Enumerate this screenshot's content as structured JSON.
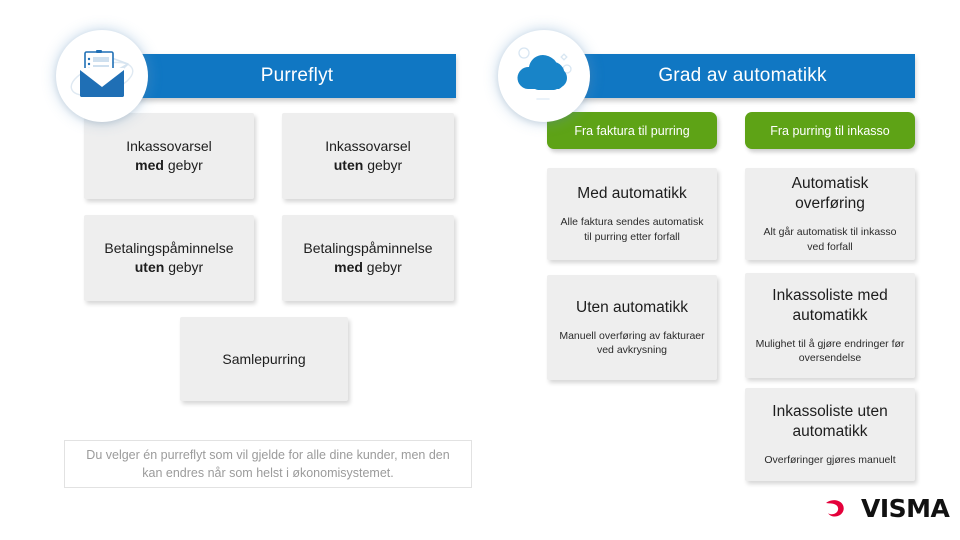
{
  "panels": {
    "left": {
      "header_title": "Purreflyt",
      "icon": "envelope-mail-icon",
      "cards": [
        {
          "line1": "Inkassovarsel",
          "bold": "med",
          "line2_tail": " gebyr"
        },
        {
          "line1": "Inkassovarsel",
          "bold": "uten",
          "line2_tail": " gebyr"
        },
        {
          "line1": "Betalingspåminnelse",
          "bold": "uten",
          "line2_tail": " gebyr"
        },
        {
          "line1": "Betalingspåminnelse",
          "bold": "med",
          "line2_tail": " gebyr"
        },
        {
          "line1": "Samlepurring",
          "bold": "",
          "line2_tail": ""
        }
      ],
      "note": "Du velger én purreflyt som vil gjelde for alle dine kunder, men den kan endres når som helst i økonomisystemet."
    },
    "right": {
      "header_title": "Grad av automatikk",
      "icon": "cloud-icon",
      "pills": [
        "Fra faktura til purring",
        "Fra purring til inkasso"
      ],
      "cards": [
        {
          "title": "Med automatikk",
          "sub": "Alle faktura sendes automatisk til purring etter forfall"
        },
        {
          "title": "Automatisk overføring",
          "sub": "Alt går automatisk til inkasso ved forfall"
        },
        {
          "title": "Uten automatikk",
          "sub": "Manuell overføring av fakturaer ved avkrysning"
        },
        {
          "title": "Inkassoliste med automatikk",
          "sub": "Mulighet til å gjøre endringer før oversendelse"
        },
        {
          "title": "Inkassoliste uten automatikk",
          "sub": "Overføringer gjøres manuelt"
        }
      ]
    }
  },
  "brand": {
    "wordmark": "VISMA",
    "logo_icon": "visma-swoosh-icon",
    "colors": {
      "blue": "#1077c3",
      "green": "#5ea316",
      "card_grey": "#eeeeee",
      "logo_red": "#e4003a",
      "note_text": "#9b9b9b"
    }
  }
}
